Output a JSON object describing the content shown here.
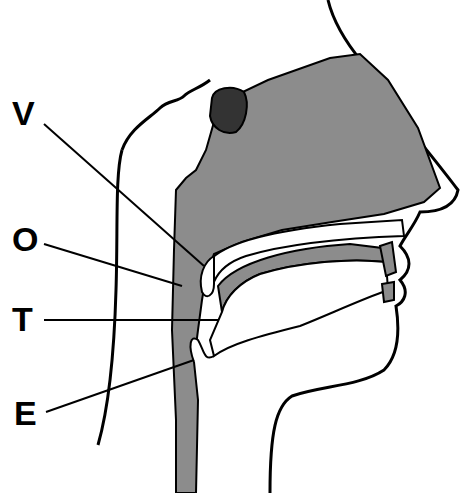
{
  "diagram": {
    "labels": [
      "V",
      "O",
      "T",
      "E"
    ]
  }
}
